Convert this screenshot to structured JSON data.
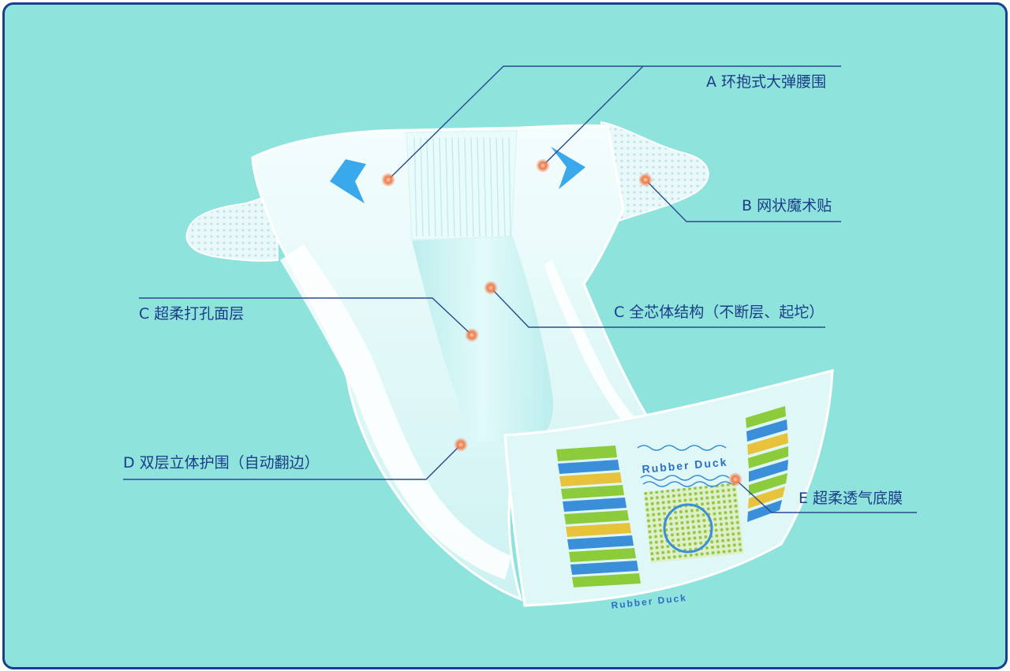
{
  "diagram": {
    "colors": {
      "background": "#8ee3dd",
      "border": "#1a3f8f",
      "leader_line": "#2a4a8e",
      "label_text": "#1b3c86",
      "marker": "#f07a4a",
      "arrow": "#3aa9ec"
    },
    "labels": {
      "a": "A 环抱式大弹腰围",
      "b": "B 网状魔术贴",
      "c_left": "C 超柔打孔面层",
      "c_right": "C 全芯体结构（不断层、起坨）",
      "d": "D 双层立体护围（自动翻边）",
      "e": "E 超柔透气底膜"
    },
    "print": {
      "brand_top": "Rubber Duck",
      "brand_bottom": "Rubber Duck"
    }
  }
}
